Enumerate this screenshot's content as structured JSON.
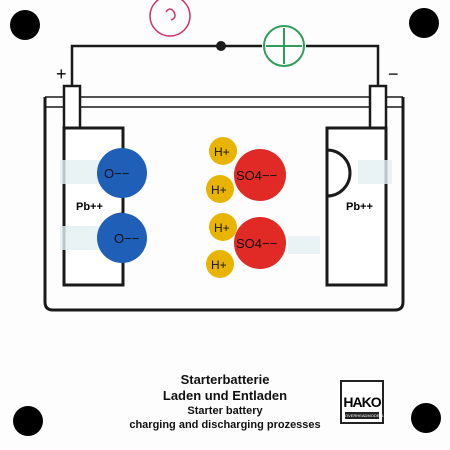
{
  "labels": {
    "plus": "+",
    "minus": "−",
    "pb_left": "Pb++",
    "pb_right": "Pb++",
    "o_ion": "O−−",
    "h_ion": "H+",
    "so4_ion": "SO4−−"
  },
  "caption": {
    "line1": "Starterbatterie",
    "line2": "Laden und Entladen",
    "line3": "Starter battery",
    "line4": "charging and discharging prozesses"
  },
  "logo": {
    "brand": "HAKO",
    "sub": "OVERHEADMODELLE"
  },
  "colors": {
    "oxygen": "#1f5fb8",
    "hydrogen": "#e8b400",
    "sulfate": "#e12a26",
    "lamp": "#2f9e5a",
    "outline": "#1a1a1a"
  },
  "icons": {
    "ammeter": "ammeter-icon",
    "lamp": "lamp-icon",
    "switch": "switch-icon"
  }
}
